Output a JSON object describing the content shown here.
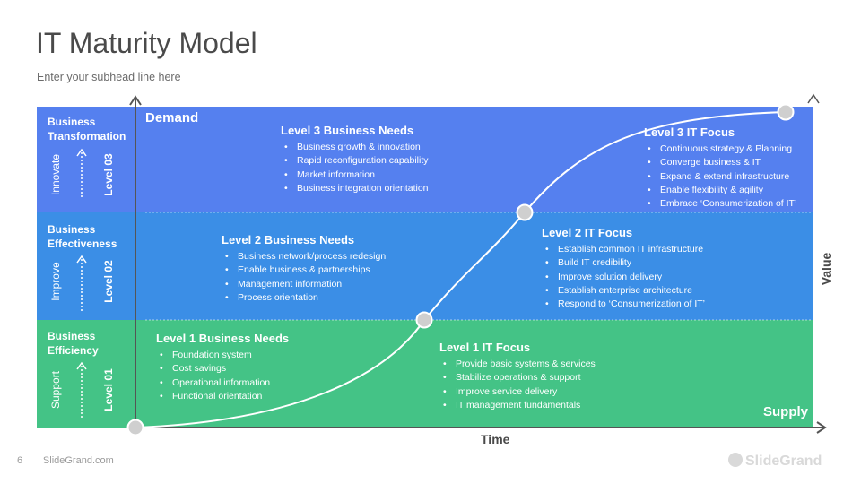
{
  "header": {
    "title": "IT Maturity Model",
    "subhead": "Enter your subhead  line here"
  },
  "levels": [
    {
      "name": "Business Transformation",
      "level_label": "Level 03",
      "action": "Innovate",
      "business_needs": {
        "title": "Level 3 Business Needs",
        "items": [
          "Business growth & innovation",
          "Rapid reconfiguration capability",
          "Market information",
          "Business integration orientation"
        ]
      },
      "it_focus": {
        "title": "Level 3 IT Focus",
        "items": [
          "Continuous strategy & Planning",
          "Converge business & IT",
          "Expand & extend infrastructure",
          "Enable flexibility & agility",
          "Embrace ‘Consumerization of IT’"
        ]
      }
    },
    {
      "name": "Business Effectiveness",
      "level_label": "Level 02",
      "action": "Improve",
      "business_needs": {
        "title": "Level 2 Business Needs",
        "items": [
          "Business network/process redesign",
          "Enable business & partnerships",
          "Management information",
          "Process orientation"
        ]
      },
      "it_focus": {
        "title": "Level 2 IT Focus",
        "items": [
          "Establish common IT infrastructure",
          "Build IT credibility",
          "Improve solution delivery",
          "Establish enterprise architecture",
          "Respond to ‘Consumerization of IT’"
        ]
      }
    },
    {
      "name": "Business Efficiency",
      "level_label": "Level 01",
      "action": "Support",
      "business_needs": {
        "title": "Level 1 Business Needs",
        "items": [
          "Foundation system",
          "Cost savings",
          "Operational information",
          "Functional orientation"
        ]
      },
      "it_focus": {
        "title": "Level 1 IT Focus",
        "items": [
          "Provide basic systems & services",
          "Stabilize operations & support",
          "Improve service delivery",
          "IT management fundamentals"
        ]
      }
    }
  ],
  "axes": {
    "demand": "Demand",
    "supply": "Supply",
    "time": "Time",
    "value": "Value"
  },
  "footer": {
    "page_number": "6",
    "site": "| SlideGrand.com",
    "brand": "SlideGrand"
  },
  "colors": {
    "level3_band": "#5580ef",
    "level2_band": "#3b8ee6",
    "level1_band": "#44c386",
    "axis": "#555555"
  }
}
